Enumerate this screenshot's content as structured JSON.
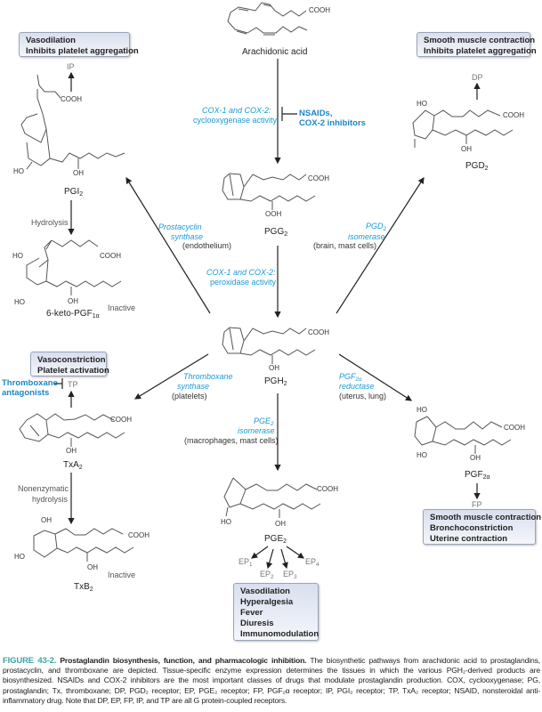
{
  "figure": {
    "number": "FIGURE 43-2.",
    "title": "Prostaglandin biosynthesis, function, and pharmacologic inhibition.",
    "caption_body": "The biosynthetic pathways from arachidonic acid to prostaglandins, prostacyclin, and thromboxane are depicted. Tissue-specific enzyme expression determines the tissues in which the various PGH₂-derived products are biosynthesized. NSAIDs and COX-2 inhibitors are the most important classes of drugs that modulate prostaglandin production. COX, cyclooxygenase; PG, prostaglandin; Tx, thromboxane; DP, PGD₂ receptor; EP, PGE₂ receptor; FP, PGF₂α receptor; IP, PGI₂ receptor; TP, TxA₂ receptor; NSAID, nonsteroidal anti-inflammatory drug. Note that DP, EP, FP, IP, and TP are all G protein-coupled receptors."
  },
  "colors": {
    "enzyme_text": "#1a9ad6",
    "drug_text": "#1a85c8",
    "figure_label": "#3aa6a0",
    "effect_box_top": "#d9dfee",
    "effect_box_bottom": "#f4f6fb"
  },
  "compounds": {
    "arachidonic_acid": "Arachidonic acid",
    "pgg2": {
      "base": "PGG",
      "sub": "2"
    },
    "pgh2": {
      "base": "PGH",
      "sub": "2"
    },
    "pgi2": {
      "base": "PGI",
      "sub": "2"
    },
    "keto_pgf1a": {
      "base": "6-keto-PGF",
      "sub": "1α"
    },
    "pgd2": {
      "base": "PGD",
      "sub": "2"
    },
    "txa2": {
      "base": "TxA",
      "sub": "2"
    },
    "txb2": {
      "base": "TxB",
      "sub": "2"
    },
    "pge2": {
      "base": "PGE",
      "sub": "2"
    },
    "pgf2a": {
      "base": "PGF",
      "sub": "2α"
    }
  },
  "atoms": {
    "cooh": "COOH",
    "oh": "OH",
    "ho": "HO",
    "ooh": "OOH",
    "o": "O"
  },
  "enzymes": {
    "cox_cyclooxygenase": {
      "name": "COX-1 and COX-2:",
      "detail": "cyclooxygenase activity"
    },
    "cox_peroxidase": {
      "name": "COX-1 and COX-2:",
      "detail": "peroxidase activity"
    },
    "prostacyclin_synthase": {
      "line1": "Prostacyclin",
      "line2": "synthase",
      "tissue": "(endothelium)"
    },
    "pgd2_isomerase": {
      "line1_base": "PGD",
      "line1_sub": "2",
      "line2": "isomerase",
      "tissue": "(brain, mast cells)"
    },
    "thromboxane_synthase": {
      "line1": "Thromboxane",
      "line2": "synthase",
      "tissue": "(platelets)"
    },
    "pgf2a_reductase": {
      "line1_base": "PGF",
      "line1_sub": "2α",
      "line2": "reductase",
      "tissue": "(uterus, lung)"
    },
    "pge2_isomerase": {
      "line1_base": "PGE",
      "line1_sub": "2",
      "line2": "isomerase",
      "tissue": "(macrophages, mast cells)"
    }
  },
  "inhibitors": {
    "nsaids": {
      "line1": "NSAIDs,",
      "line2": "COX-2 inhibitors"
    },
    "thromboxane_antagonists": {
      "line1": "Thromboxane",
      "line2": "antagonists"
    }
  },
  "conversions": {
    "hydrolysis": "Hydrolysis",
    "nonenzymatic_1": "Nonenzymatic",
    "nonenzymatic_2": "hydrolysis",
    "inactive": "Inactive"
  },
  "receptors": {
    "ip": "IP",
    "dp": "DP",
    "tp": "TP",
    "fp": "FP",
    "ep1": {
      "base": "EP",
      "sub": "1"
    },
    "ep2": {
      "base": "EP",
      "sub": "2"
    },
    "ep3": {
      "base": "EP",
      "sub": "3"
    },
    "ep4": {
      "base": "EP",
      "sub": "4"
    }
  },
  "effects": {
    "pgi2": [
      "Vasodilation",
      "Inhibits platelet aggregation"
    ],
    "pgd2": [
      "Smooth muscle contraction",
      "Inhibits platelet aggregation"
    ],
    "txa2": [
      "Vasoconstriction",
      "Platelet activation"
    ],
    "pgf2a": [
      "Smooth muscle contraction",
      "Bronchoconstriction",
      "Uterine contraction"
    ],
    "pge2": [
      "Vasodilation",
      "Hyperalgesia",
      "Fever",
      "Diuresis",
      "Immunomodulation"
    ]
  }
}
